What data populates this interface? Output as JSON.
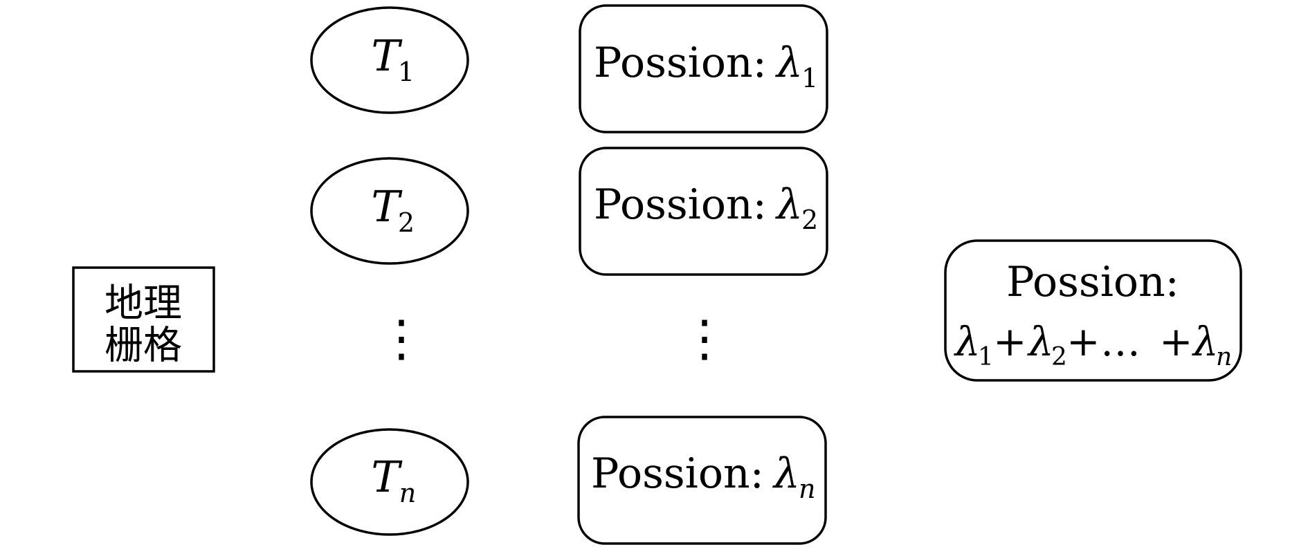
{
  "grid_box": {
    "lines": [
      "地理",
      "栅格"
    ]
  },
  "time_nodes": [
    {
      "symbol": "T",
      "subscript": "1"
    },
    {
      "symbol": "T",
      "subscript": "2"
    },
    {
      "symbol": "T",
      "subscript": "n"
    }
  ],
  "poisson_nodes": [
    {
      "label": "Possion:",
      "symbol": "λ",
      "subscript": "1"
    },
    {
      "label": "Possion:",
      "symbol": "λ",
      "subscript": "2"
    },
    {
      "label": "Possion:",
      "symbol": "λ",
      "subscript": "n"
    }
  ],
  "ellipsis_vertical": "⋮",
  "sum_node": {
    "label": "Possion:",
    "terms": [
      {
        "symbol": "λ",
        "subscript": "1"
      },
      {
        "symbol": "λ",
        "subscript": "2"
      },
      {
        "symbol": "…",
        "subscript": ""
      },
      {
        "symbol": "λ",
        "subscript": "n"
      }
    ],
    "operator": "+"
  }
}
